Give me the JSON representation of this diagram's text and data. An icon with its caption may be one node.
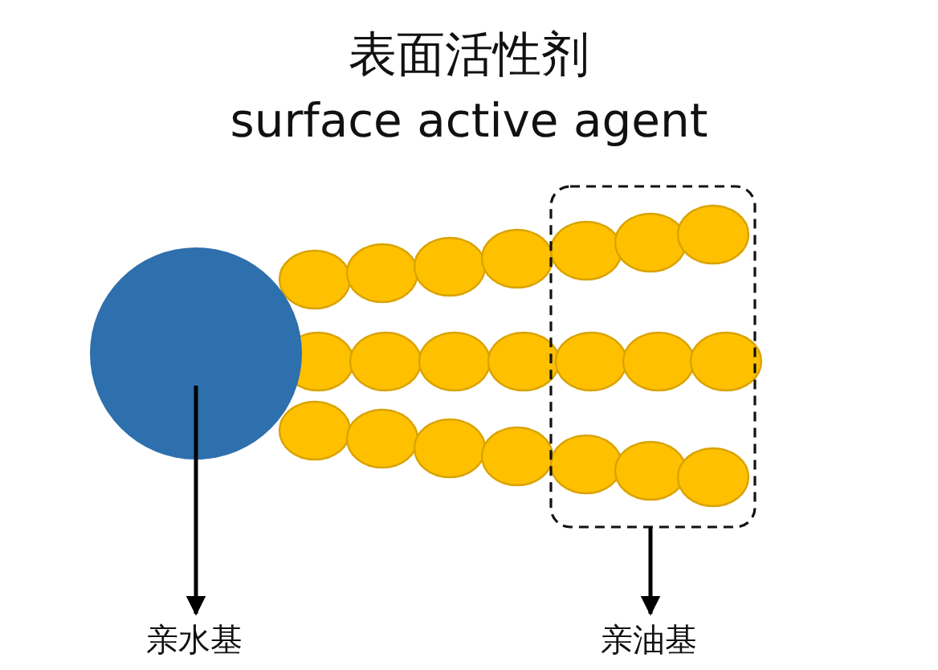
{
  "diagram": {
    "title": "表面活性剂",
    "nodes": [
      {
        "text": [],
        "shape": "circle"
      },
      {
        "text": [],
        "shape": "box"
      },
      {
        "text": [
          "亲水基"
        ]
      },
      {
        "text": [
          "亲油基"
        ]
      }
    ],
    "edges": [
      {
        "from": 0,
        "to": 2,
        "arrow": "to"
      },
      {
        "from": 1,
        "to": 3,
        "arrow": "to"
      }
    ],
    "labels": [
      "surface active agent"
    ]
  }
}
